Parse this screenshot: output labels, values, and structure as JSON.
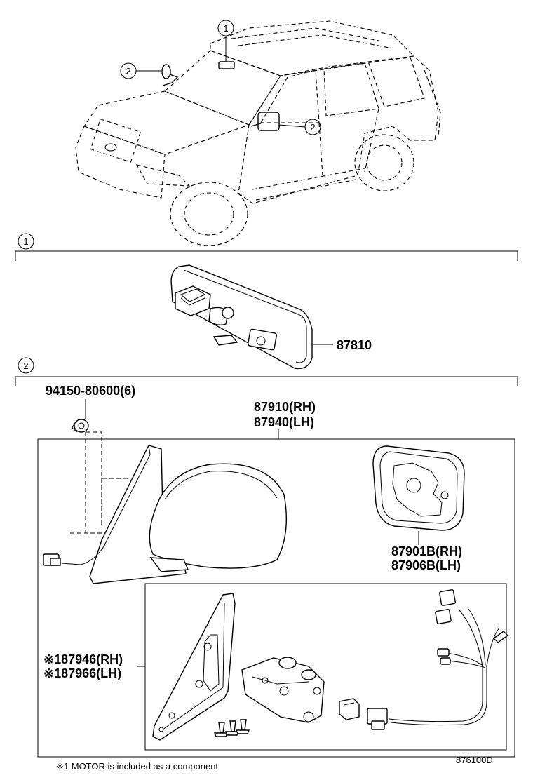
{
  "callouts": {
    "car_ref_1": "1",
    "car_ref_2a": "2",
    "car_ref_2b": "2",
    "section_1": "1",
    "section_2": "2"
  },
  "parts": {
    "inner_mirror": "87810",
    "bolt": "94150-80600(6)",
    "outer_mirror_rh": "87910(RH)",
    "outer_mirror_lh": "87940(LH)",
    "mirror_glass_rh": "87901B(RH)",
    "mirror_glass_lh": "87906B(LH)",
    "motor_rh": "※187946(RH)",
    "motor_lh": "※187966(LH)"
  },
  "footnote": "※1 MOTOR is included as a component",
  "diagram_code": "876100D"
}
